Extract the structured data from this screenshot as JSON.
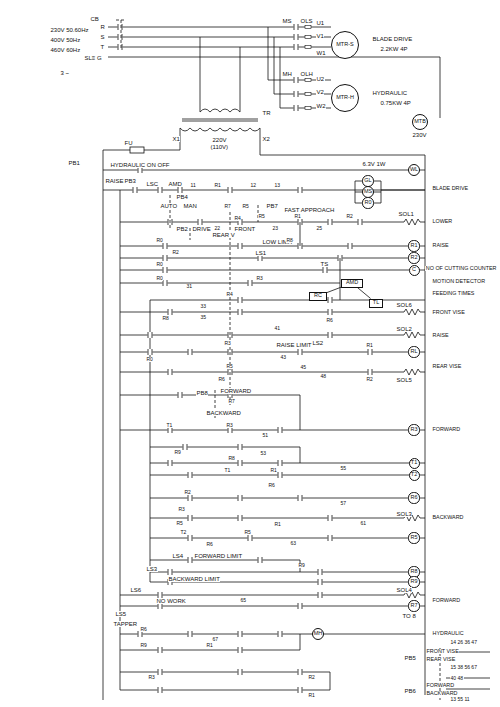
{
  "diagram": {
    "nodes": [
      {
        "text": [
          "MTR-S"
        ]
      },
      {
        "text": [
          "MTR-H"
        ]
      },
      {
        "text": [
          "MTB"
        ]
      },
      {
        "text": [
          "WL"
        ]
      },
      {
        "text": [
          "GL"
        ]
      },
      {
        "text": [
          "MS"
        ]
      },
      {
        "text": [
          "R0"
        ]
      },
      {
        "text": [
          "R1"
        ]
      },
      {
        "text": [
          "R2"
        ]
      },
      {
        "text": [
          "C"
        ]
      },
      {
        "text": [
          "AMD"
        ]
      },
      {
        "text": [
          "RC"
        ]
      },
      {
        "text": [
          "TL"
        ]
      },
      {
        "text": [
          "RL"
        ]
      },
      {
        "text": [
          "R3"
        ]
      },
      {
        "text": [
          "T1"
        ]
      },
      {
        "text": [
          "T2"
        ]
      },
      {
        "text": [
          "R6"
        ]
      },
      {
        "text": [
          "R5"
        ]
      },
      {
        "text": [
          "R8"
        ]
      },
      {
        "text": [
          "R9"
        ]
      },
      {
        "text": [
          "R7"
        ]
      },
      {
        "text": [
          "MH"
        ]
      }
    ],
    "edges": [
      {
        "from": 11,
        "to": 10,
        "arrow": "none"
      },
      {
        "from": 10,
        "to": 12,
        "arrow": "none"
      }
    ],
    "labels": [
      "CB",
      "230V 50.60Hz",
      "R",
      "400V 50Hz",
      "S",
      "460V 60Hz",
      "T",
      "SL≡ G",
      "3 ~",
      "MS",
      "OLS",
      "U1",
      "V1",
      "W1",
      "BLADE DRIVE",
      "2.2KW 4P",
      "MH",
      "OLH",
      "U2",
      "V2",
      "W2",
      "HYDRAULIC",
      "0.75KW 4P",
      "230V",
      "TR",
      "220V",
      "(110V)",
      "X1",
      "X2",
      "FU",
      "PB1",
      "HYDRAULIC ON OFF",
      "6.3V 1W",
      "BLADE DRIVE",
      "RAISE",
      "PB3",
      "LSC",
      "AMD",
      "PB4",
      "AUTO",
      "MAN",
      "PB7",
      "FAST APPROACH",
      "PB2",
      "DRIVE",
      "REAR V",
      "FRONT",
      "LOW LIMIT",
      "LS1",
      "SOL1",
      "LOWER",
      "RAISE",
      "NO OF CUTTING COUNTER",
      "TS",
      "MOTION DETECTOR",
      "FEEDING TIMES",
      "SOL6",
      "FRONT VISE",
      "SOL2",
      "RAISE",
      "RAISE LIMIT",
      "LS2",
      "REAR VISE",
      "SOL5",
      "PB8",
      "FORWARD",
      "BACKWARD",
      "FORWARD",
      "SOL3",
      "BACKWARD",
      "LS4",
      "FORWARD LIMIT",
      "LS3",
      "BACKWARD LIMIT",
      "LS6",
      "NO WORK",
      "SOL4",
      "FORWARD",
      "LS5",
      "TAPPER",
      "TO 8",
      "HYDRAULIC",
      "PB5",
      "FRONT VISE",
      "REAR VISE",
      "PB6",
      "FORWARD",
      "BACKWARD",
      "14 26 36 47",
      "15 38 56 67",
      "40 48",
      "13 55 11",
      "R1",
      "R7",
      "R5",
      "R4",
      "R5",
      "R8",
      "R1",
      "R2",
      "R0",
      "R2",
      "R0",
      "R3",
      "R0",
      "R4",
      "R6",
      "R8",
      "R3",
      "R0",
      "R5",
      "R6",
      "R1",
      "R2",
      "R7",
      "T1",
      "R3",
      "R9",
      "R8",
      "T1",
      "R1",
      "R6",
      "R2",
      "R3",
      "R5",
      "T2",
      "R1",
      "R6",
      "R5",
      "R9",
      "R6",
      "R9",
      "R1",
      "R3",
      "R2",
      "R1",
      "11",
      "12",
      "13",
      "22",
      "23",
      "25",
      "31",
      "33",
      "35",
      "41",
      "43",
      "45",
      "48",
      "51",
      "53",
      "55",
      "57",
      "61",
      "63",
      "65",
      "67"
    ]
  }
}
